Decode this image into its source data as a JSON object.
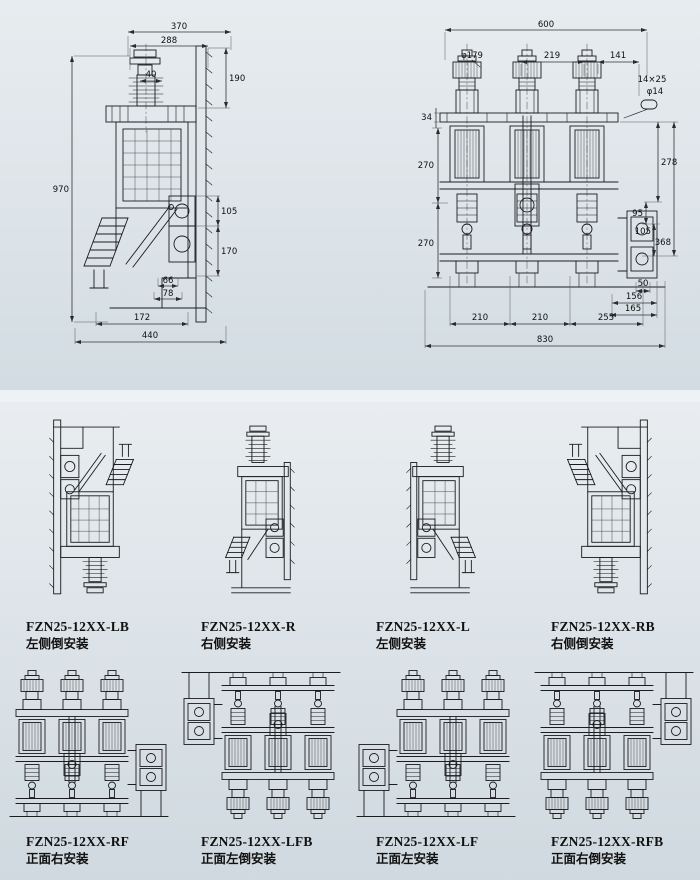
{
  "drawings": {
    "side": {
      "dims": [
        "370",
        "288",
        "190",
        "40",
        "970",
        "105",
        "170",
        "66",
        "78",
        "172",
        "440"
      ]
    },
    "front": {
      "dims": [
        "600",
        "φ179",
        "219",
        "141",
        "14×25",
        "φ14",
        "34",
        "270",
        "270",
        "278",
        "95",
        "105",
        "368",
        "50",
        "156",
        "165",
        "255",
        "210",
        "210",
        "830"
      ]
    }
  },
  "variants": [
    {
      "model": "FZN25-12XX-LB",
      "label": "左侧倒安装"
    },
    {
      "model": "FZN25-12XX-R",
      "label": "右侧安装"
    },
    {
      "model": "FZN25-12XX-L",
      "label": "左侧安装"
    },
    {
      "model": "FZN25-12XX-RB",
      "label": "右侧倒安装"
    },
    {
      "model": "FZN25-12XX-RF",
      "label": "正面右安装"
    },
    {
      "model": "FZN25-12XX-LFB",
      "label": "正面左倒安装"
    },
    {
      "model": "FZN25-12XX-LF",
      "label": "正面左安装"
    },
    {
      "model": "FZN25-12XX-RFB",
      "label": "正面右倒安装"
    }
  ]
}
